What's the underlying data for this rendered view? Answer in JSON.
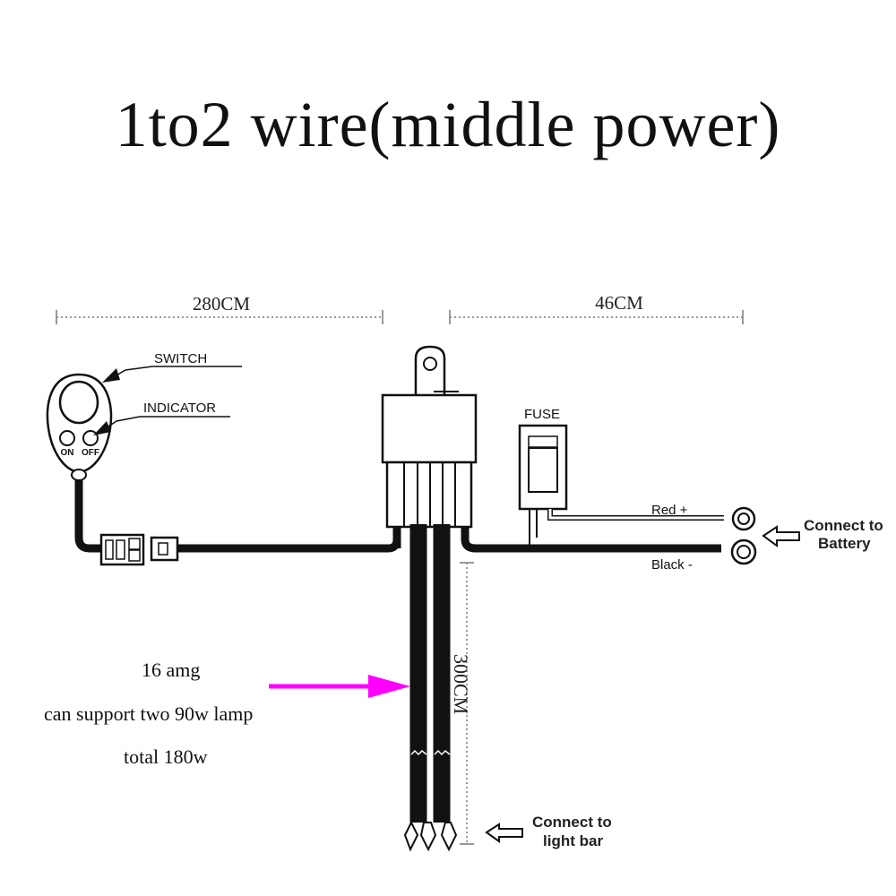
{
  "title": "1to2 wire(middle power)",
  "dimensions": {
    "switch_cable": "280CM",
    "battery_cable": "46CM",
    "lightbar_cable": "300CM"
  },
  "switch": {
    "switch_label": "SWITCH",
    "indicator_label": "INDICATOR",
    "on_label": "ON",
    "off_label": "OFF"
  },
  "fuse_label": "FUSE",
  "battery": {
    "red_label": "Red +",
    "black_label": "Black -",
    "connect_line1": "Connect to",
    "connect_line2": "Battery"
  },
  "lightbar": {
    "connect_line1": "Connect to",
    "connect_line2": "light bar"
  },
  "notes": {
    "line1": "16 amg",
    "line2": "can support  two 90w lamp",
    "line3": "total 180w"
  },
  "colors": {
    "wire": "#111111",
    "arrow": "#ff00ff",
    "dimension": "#999999"
  }
}
